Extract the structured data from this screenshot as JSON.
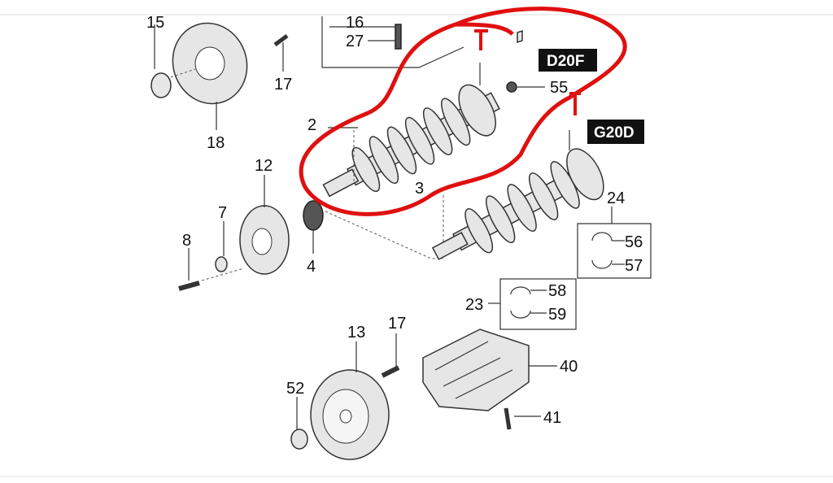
{
  "variants": {
    "d20f": "D20F",
    "g20d": "G20D"
  },
  "labels": {
    "l15": "15",
    "l16": "16",
    "l27": "27",
    "l17a": "17",
    "l18": "18",
    "l55": "55",
    "l2": "2",
    "l3": "3",
    "l12": "12",
    "l7": "7",
    "l8": "8",
    "l4": "4",
    "l24": "24",
    "l56": "56",
    "l57": "57",
    "l23": "23",
    "l58": "58",
    "l59": "59",
    "l13": "13",
    "l17b": "17",
    "l52": "52",
    "l40": "40",
    "l41": "41"
  },
  "colors": {
    "annotation": "#e01010",
    "tag_bg": "#111111"
  }
}
